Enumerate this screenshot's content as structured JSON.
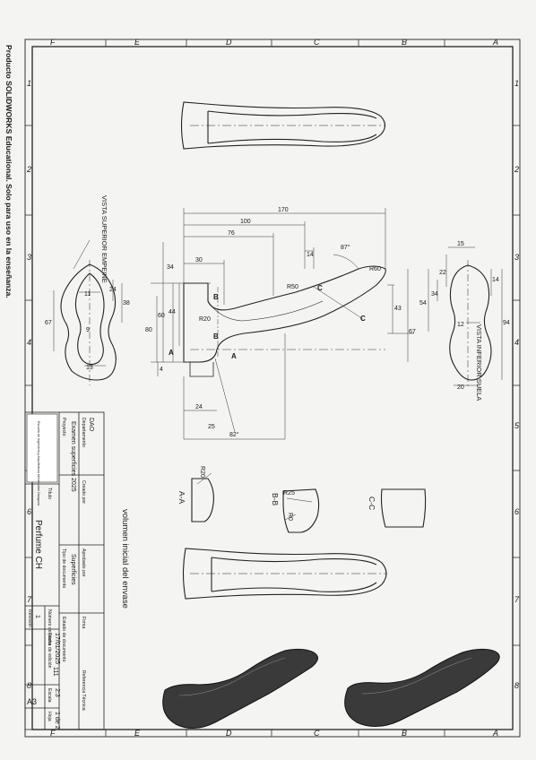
{
  "watermark": "Producto SOLIDWORKS Educational. Solo para uso en la enseñanza.",
  "frame": {
    "rows": [
      "F",
      "E",
      "D",
      "C",
      "B",
      "A"
    ],
    "cols": [
      "1",
      "2",
      "3",
      "4",
      "5",
      "6",
      "7",
      "8"
    ]
  },
  "views": {
    "top_label": "VISTA SUPERIOR EMPEINE",
    "bottom_label": "VISTA INFERIOR SUELA",
    "section_aa": "A-A",
    "section_bb": "B-B",
    "section_cc": "C-C",
    "volume_label": "volumen inicial del envase"
  },
  "dimensions": {
    "side": [
      "170",
      "100",
      "76",
      "30",
      "34",
      "44",
      "60",
      "80",
      "14",
      "R50",
      "R20",
      "87°",
      "R60",
      "43",
      "67",
      "24",
      "25",
      "82°",
      "4"
    ],
    "top": [
      "11",
      "24",
      "38",
      "9",
      "67",
      "13"
    ],
    "bottom": [
      "15",
      "22",
      "34",
      "54",
      "14",
      "12",
      "94",
      "20"
    ],
    "sections": [
      "R20",
      "R25",
      "R0"
    ]
  },
  "section_markers": [
    "A",
    "A",
    "B",
    "B",
    "C",
    "C"
  ],
  "title_block": {
    "dept_label": "Departamento",
    "dept": "DAO",
    "project_label": "Proyecto",
    "project": "Examen superficies 2025",
    "created_label": "Creado por",
    "approved_label": "Aprobado por",
    "doc_type_label": "Tipo de documento",
    "doc_type": "Superficies",
    "doc_state_label": "Estado de documento",
    "sign_label": "Firma",
    "tech_ref_label": "Referencia Técnica",
    "title_label": "Título",
    "title": "Perfume CH",
    "plan_no_label": "Número de plano",
    "plan_no": "111",
    "revision_label": "Revisión",
    "revision": "1",
    "date_label": "Fecha de edición",
    "date": "17/01/2025",
    "scale_label": "Escala",
    "scale": "2:3",
    "sheet_label": "Hoja",
    "sheet": "1 de 2",
    "format": "A3",
    "university": "Escuela de Ingeniería y Arquitectura Universidad Zaragoza"
  }
}
